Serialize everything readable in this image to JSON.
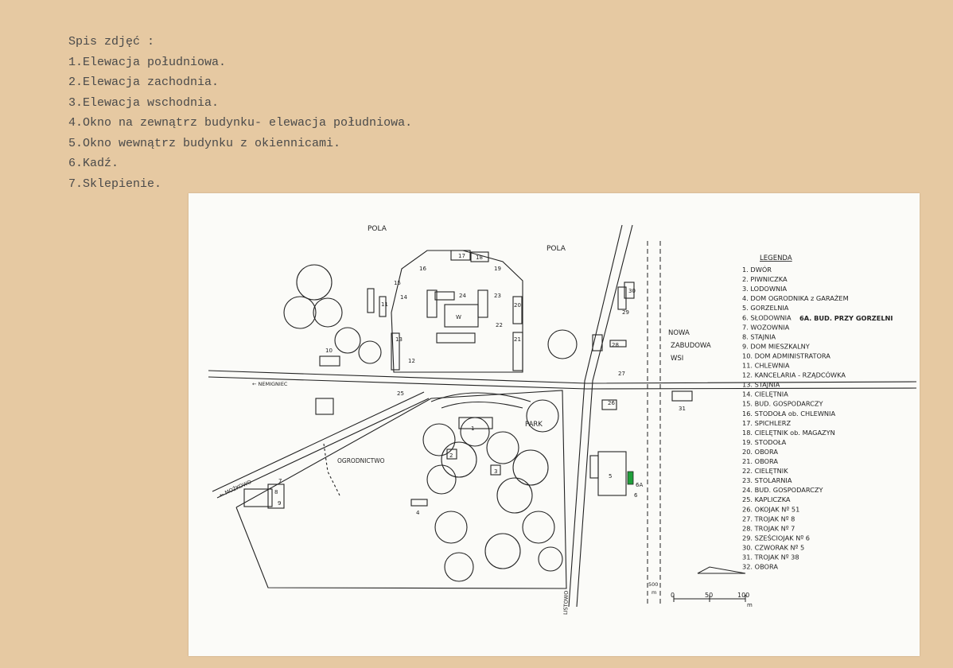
{
  "photo_list": {
    "heading": "Spis zdjęć :",
    "items": [
      "1.Elewacja południowa.",
      "2.Elewacja zachodnia.",
      "3.Elewacja wschodnia.",
      "4.Okno na zewnątrz budynku- elewacja południowa.",
      "5.Okno wewnątrz budynku z okiennicami.",
      "6.Kadź.",
      "7.Sklepienie."
    ]
  },
  "plan": {
    "labels": {
      "fields_left": "POLA",
      "fields_right": "POLA",
      "new_village": [
        "NOWA",
        "ZABUDOWA",
        "WSI"
      ],
      "road_west": "← NEMIGNIEC",
      "road_southwest": "← MOŻKOWO",
      "road_south": "LISTOWO",
      "garden": "OGRODNICTWO",
      "park": "PARK",
      "building_6a_tag": "6A",
      "water_tag": "W"
    },
    "building_numbers": [
      "1",
      "2",
      "3",
      "4",
      "5",
      "6",
      "7",
      "8",
      "9",
      "10",
      "11",
      "12",
      "13",
      "14",
      "15",
      "16",
      "17",
      "18",
      "19",
      "20",
      "21",
      "22",
      "23",
      "24",
      "25",
      "26",
      "27",
      "28",
      "29",
      "30",
      "31"
    ],
    "scale": {
      "ticks": [
        "0",
        "50",
        "100"
      ],
      "unit": "m",
      "distance_marker": "500",
      "distance_unit": "m"
    },
    "highlight_color": "#1fa03a"
  },
  "legend": {
    "title": "LEGENDA",
    "item_6a": "6A. BUD. PRZY GORZELNI",
    "items": [
      "1. DWÓR",
      "2. PIWNICZKA",
      "3. LODOWNIA",
      "4. DOM OGRODNIKA z GARAŻEM",
      "5. GORZELNIA",
      "6. SŁODOWNIA",
      "7. WOZOWNIA",
      "8. STAJNIA",
      "9. DOM MIESZKALNY",
      "10. DOM ADMINISTRATORA",
      "11. CHLEWNIA",
      "12. KANCELARIA - RZĄDCÓWKA",
      "13. STAJNIA",
      "14. CIELĘTNIA",
      "15. BUD. GOSPODARCZY",
      "16. STODOŁA ob. CHLEWNIA",
      "17. SPICHLERZ",
      "18. CIELĘTNIK ob. MAGAZYN",
      "19. STODOŁA",
      "20. OBORA",
      "21. OBORA",
      "22. CIELĘTNIK",
      "23. STOLARNIA",
      "24. BUD. GOSPODARCZY",
      "25. KAPLICZKA",
      "26. OKOJAK Nº 51",
      "27. TROJAK Nº 8",
      "28. TROJAK Nº 7",
      "29. SZEŚCIOJAK Nº 6",
      "30. CZWORAK Nº 5",
      "31. TROJAK Nº 38",
      "32. OBORA"
    ]
  }
}
